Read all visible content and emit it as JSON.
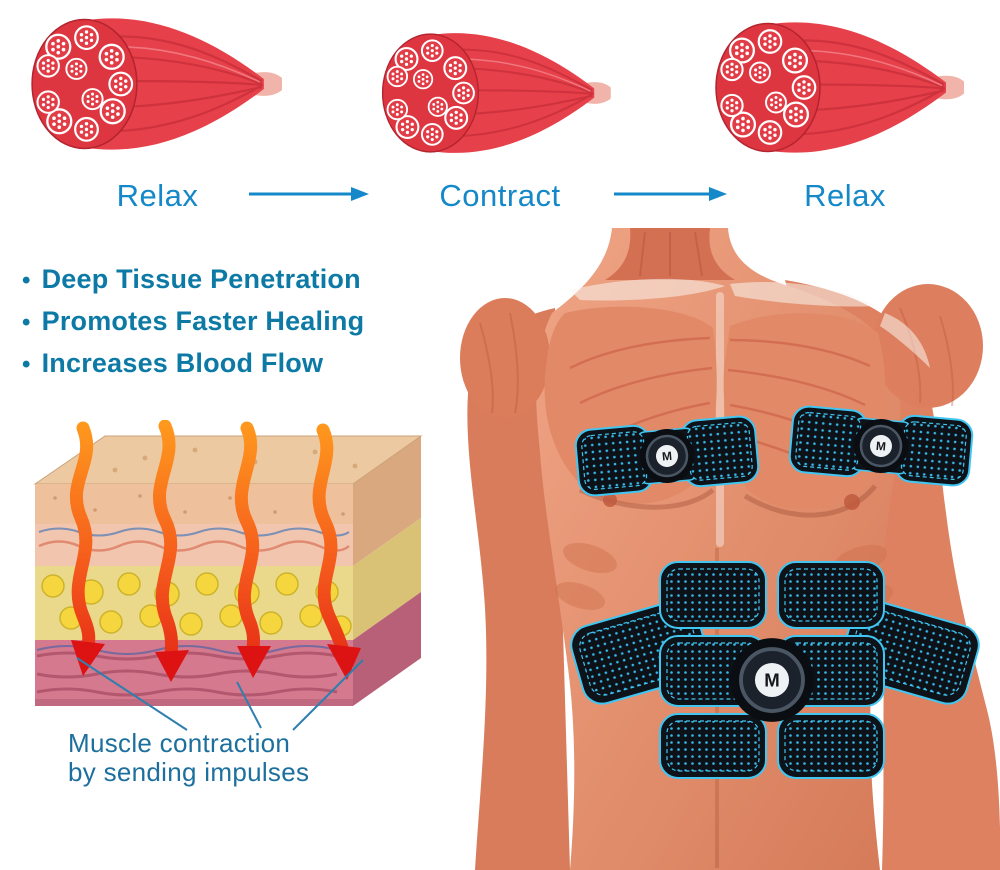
{
  "sequence": {
    "stages": [
      {
        "label": "Relax"
      },
      {
        "label": "Contract"
      },
      {
        "label": "Relax"
      }
    ]
  },
  "benefits": {
    "bullet": "•",
    "items": [
      "Deep Tissue Penetration",
      "Promotes Faster Healing",
      "Increases Blood Flow"
    ]
  },
  "skin_diagram": {
    "caption_line1": "Muscle contraction",
    "caption_line2": "by sending impulses"
  },
  "device": {
    "button_label": "M"
  },
  "colors": {
    "label_blue": "#1488c8",
    "benefit_teal": "#0d7aa6",
    "caption_blue": "#1d6f9e",
    "muscle_red": "#e6404a",
    "pad_outline_cyan": "#41c6f2",
    "arrow_orange": "#f4581c"
  }
}
